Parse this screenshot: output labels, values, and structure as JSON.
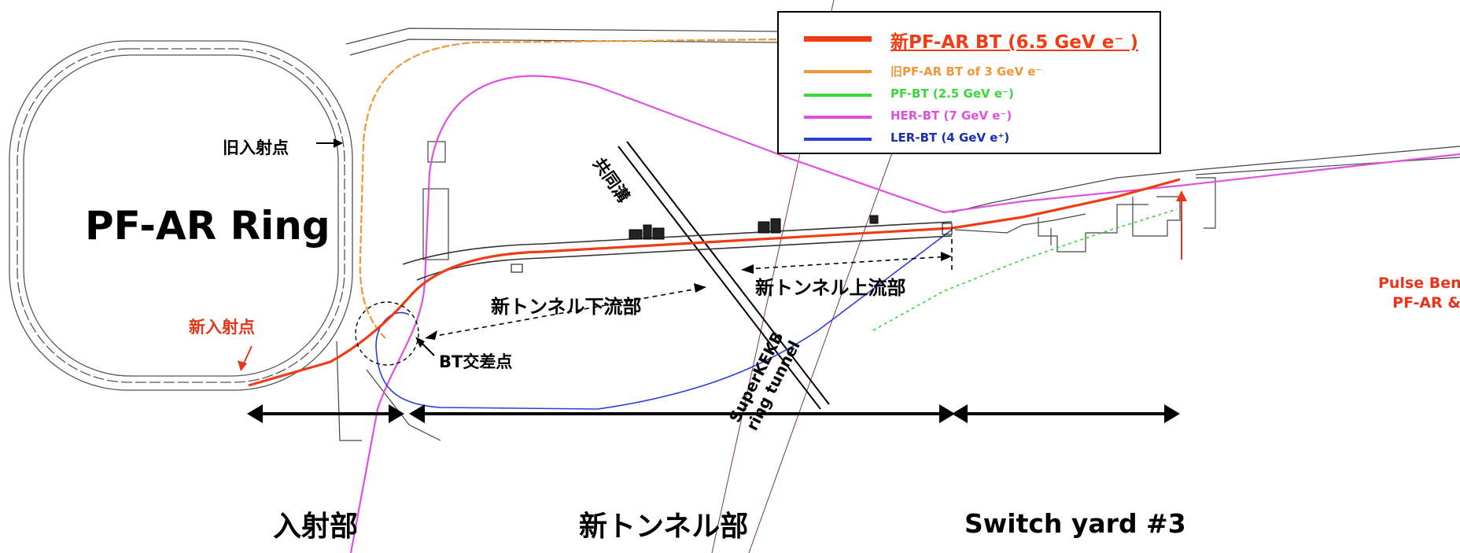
{
  "labels": {
    "ring": "PF-AR Ring",
    "old_injection_point": "旧入射点",
    "new_injection_point": "新入射点",
    "bt_crossing": "BT交差点",
    "tunnel_downstream": "新トンネル下流部",
    "tunnel_upstream": "新トンネル上流部",
    "shared_trench": "共同溝",
    "superkekb_line1": "SuperKEKB",
    "superkekb_line2": "ring tunnel",
    "pulse_line1": "Pulse Bend for",
    "pulse_line2": "PF-AR & PF"
  },
  "sections": {
    "injection": "入射部",
    "new_tunnel": "新トンネル部",
    "switch_yard": "Switch yard #3"
  },
  "legend": {
    "items": [
      {
        "label": "新PF-AR BT (6.5 GeV e⁻ )",
        "color": "#f03c16"
      },
      {
        "label": "旧PF-AR BT of 3 GeV e⁻",
        "color": "#f3963a"
      },
      {
        "label": "PF-BT (2.5 GeV e⁻)",
        "color": "#3bd63b"
      },
      {
        "label": "HER-BT (7 GeV e⁻)",
        "color": "#e050e0"
      },
      {
        "label": "LER-BT (4 GeV e⁺)",
        "color": "#2a3fd8"
      }
    ]
  },
  "colors": {
    "new_pfar_bt": "#f03c16",
    "old_pfar_bt": "#f3963a",
    "pf_bt": "#3bd63b",
    "her_bt": "#e050e0",
    "ler_bt": "#2a3fd8",
    "annotation_red": "#e8351a"
  }
}
